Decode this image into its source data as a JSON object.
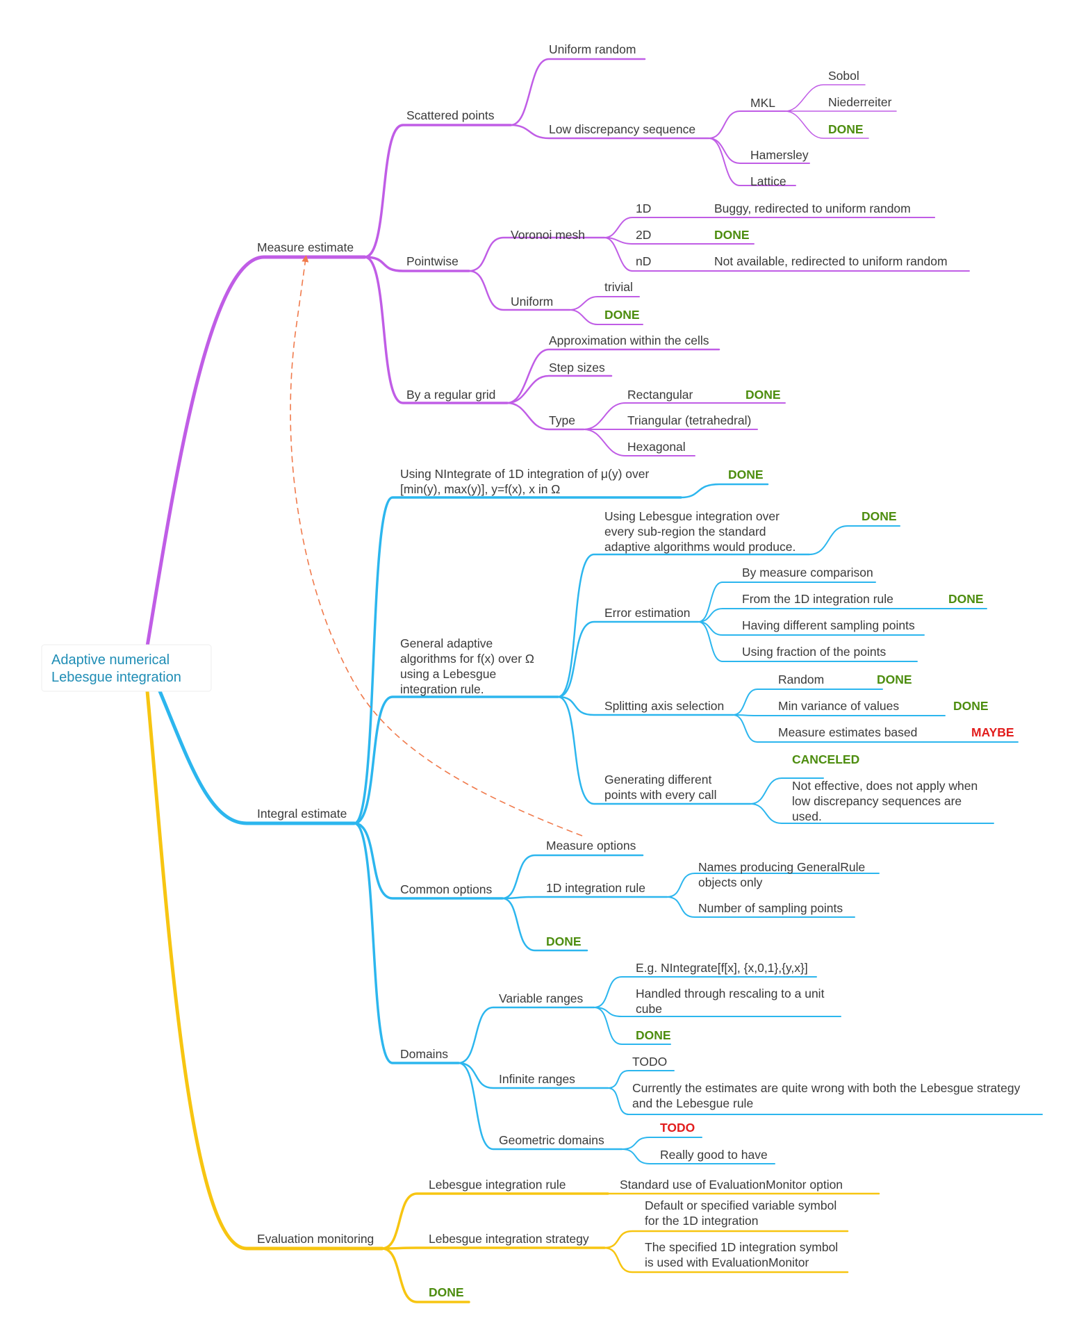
{
  "colors": {
    "measure_branch": "#c05de6",
    "integral_branch": "#2cb6ee",
    "monitoring_branch": "#f7c511",
    "done_label": "#4d8d0f",
    "red_label": "#e21d1d",
    "root_text": "#1f8db5",
    "relation_arrow": "#f07a4c"
  },
  "root": {
    "line1": "Adaptive numerical",
    "line2": "Lebesgue integration"
  },
  "nodes": {
    "measure": "Measure estimate",
    "scattered": "Scattered points",
    "uniform_random": "Uniform random",
    "low_disc": "Low discrepancy sequence",
    "mkl": "MKL",
    "sobol": "Sobol",
    "niederreiter": "Niederreiter",
    "mkl_done": "DONE",
    "hamersley": "Hamersley",
    "lattice": "Lattice",
    "pointwise": "Pointwise",
    "voronoi": "Voronoi mesh",
    "v1d": "1D",
    "v1d_note": "Buggy, redirected to uniform random",
    "v2d": "2D",
    "v2d_done": "DONE",
    "vnd": "nD",
    "vnd_note": "Not available, redirected to uniform random",
    "pw_uniform": "Uniform",
    "trivial": "trivial",
    "pw_uniform_done": "DONE",
    "regular_grid": "By a regular grid",
    "approx_cells": "Approximation within the cells",
    "step_sizes": "Step sizes",
    "type": "Type",
    "rectangular": "Rectangular",
    "rect_done": "DONE",
    "triangular": "Triangular (tetrahedral)",
    "hexagonal": "Hexagonal",
    "integral": "Integral estimate",
    "nintegrate_l1": "Using NIntegrate of 1D integration of μ(y) over",
    "nintegrate_l2": "[min(y), max(y)], y=f(x), x in Ω",
    "nintegrate_done": "DONE",
    "general_l1": "General adaptive",
    "general_l2": "algorithms for f(x) over Ω",
    "general_l3": "using a Lebesgue",
    "general_l4": "integration rule.",
    "lebesgue_sub_l1": "Using Lebesgue integration over",
    "lebesgue_sub_l2": "every sub-region the standard",
    "lebesgue_sub_l3": "adaptive algorithms would produce.",
    "lebesgue_sub_done": "DONE",
    "error_est": "Error estimation",
    "by_measure": "By measure comparison",
    "from_1d_rule": "From the 1D integration rule",
    "from_1d_done": "DONE",
    "diff_sampling": "Having different sampling points",
    "fraction_points": "Using fraction of the points",
    "splitting": "Splitting axis selection",
    "random": "Random",
    "random_done": "DONE",
    "min_variance": "Min variance of values",
    "min_variance_done": "DONE",
    "measure_based": "Measure estimates based",
    "measure_based_maybe": "MAYBE",
    "gen_diff_l1": "Generating different",
    "gen_diff_l2": "points with every call",
    "canceled": "CANCELED",
    "not_effective_l1": "Not effective, does not apply when",
    "not_effective_l2": "low discrepancy sequences are",
    "not_effective_l3": "used.",
    "common_options": "Common options",
    "measure_options": "Measure options",
    "rule_1d": "1D integration rule",
    "names_l1": "Names producing GeneralRule",
    "names_l2": "objects only",
    "num_sampling": "Number of sampling points",
    "common_done": "DONE",
    "domains": "Domains",
    "var_ranges": "Variable ranges",
    "eg_l1": "E.g. NIntegrate[f[x], {x,0,1},{y,x}]",
    "handled_l1": "Handled through rescaling to a unit",
    "handled_l2": "cube",
    "var_done": "DONE",
    "inf_ranges": "Infinite ranges",
    "inf_todo": "TODO",
    "currently_l1": "Currently the estimates are quite wrong with both the Lebesgue strategy",
    "currently_l2": "and the Lebesgue rule",
    "geo_domains": "Geometric domains",
    "geo_todo": "TODO",
    "really_good": "Really good to have",
    "eval": "Evaluation monitoring",
    "leb_rule": "Lebesgue integration rule",
    "standard_use": "Standard use of EvaluationMonitor option",
    "leb_strategy": "Lebesgue integration strategy",
    "default_l1": "Default or specified variable symbol",
    "default_l2": "for the 1D integration",
    "specified_l1": "The specified 1D integration symbol",
    "specified_l2": "is used with EvaluationMonitor",
    "eval_done": "DONE"
  }
}
